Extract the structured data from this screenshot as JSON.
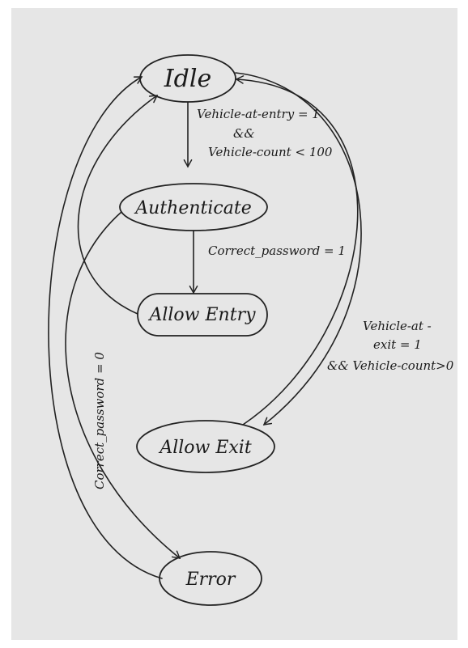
{
  "diagram": {
    "nodes": {
      "idle": "Idle",
      "authenticate": "Authenticate",
      "allow_entry": "Allow Entry",
      "allow_exit": "Allow Exit",
      "error": "Error"
    },
    "edges": {
      "idle_to_authenticate": [
        "Vehicle-at-entry = 1",
        "&&",
        "Vehicle-count < 100"
      ],
      "authenticate_to_allow_entry": "Correct_password = 1",
      "authenticate_to_error": "Correct_password = 0",
      "idle_to_allow_exit": [
        "Vehicle-at -",
        "exit = 1",
        "&& Vehicle-count>0"
      ]
    }
  }
}
